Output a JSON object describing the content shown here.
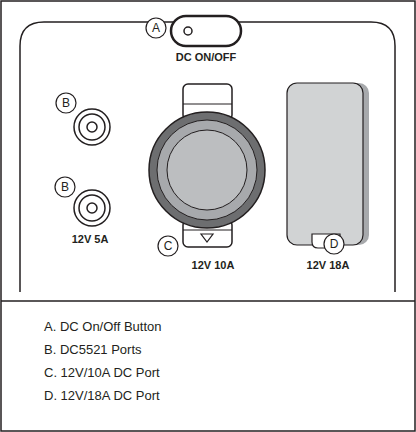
{
  "diagram": {
    "labels": [
      "A",
      "DC ON/OFF",
      "B",
      "B",
      "12V 5A",
      "C",
      "12V 10A",
      "D",
      "12V 18A",
      "A. DC On/Off Button",
      "B. DC5521 Ports",
      "C. 12V/10A DC Port",
      "D. 12V/18A DC Port"
    ]
  }
}
